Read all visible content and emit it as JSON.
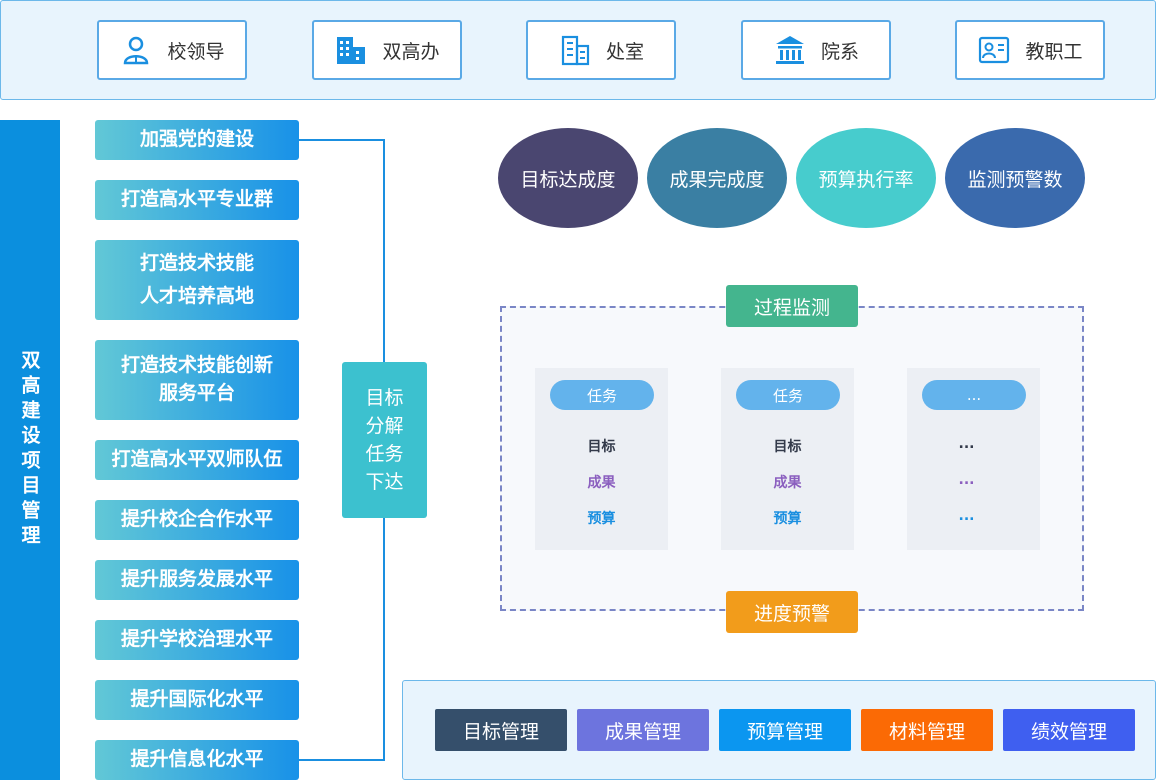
{
  "roles": [
    {
      "label": "校领导",
      "icon": "person-icon"
    },
    {
      "label": "双高办",
      "icon": "building-icon"
    },
    {
      "label": "处室",
      "icon": "office-icon"
    },
    {
      "label": "院系",
      "icon": "institution-icon"
    },
    {
      "label": "教职工",
      "icon": "staff-card-icon"
    }
  ],
  "left_band": "双高建设项目管理",
  "tasks": [
    "加强党的建设",
    "打造高水平专业群",
    "打造技术技能\n人才培养高地",
    "打造技术技能创新\n服务平台",
    "打造高水平双师队伍",
    "提升校企合作水平",
    "提升服务发展水平",
    "提升学校治理水平",
    "提升国际化水平",
    "提升信息化水平"
  ],
  "decompose": "目标分解任务下达",
  "metrics": [
    "目标达成度",
    "成果完成度",
    "预算执行率",
    "监测预警数"
  ],
  "monitor_label": "过程监测",
  "alert_label": "进度预警",
  "cards": [
    {
      "title": "任务",
      "lines": [
        "目标",
        "成果",
        "预算"
      ]
    },
    {
      "title": "任务",
      "lines": [
        "目标",
        "成果",
        "预算"
      ]
    },
    {
      "title": "...",
      "lines": [
        "...",
        "...",
        "..."
      ]
    }
  ],
  "management": [
    "目标管理",
    "成果管理",
    "预算管理",
    "材料管理",
    "绩效管理"
  ],
  "colors": {
    "primary": "#0b8fde",
    "metric_colors": [
      "#4a4670",
      "#3a7fa3",
      "#47cccd",
      "#3a6aad"
    ],
    "management_colors": [
      "#354f6b",
      "#6d74de",
      "#0b96f0",
      "#fb6a05",
      "#3f5ff0"
    ],
    "card_line_colors": [
      "#333a4a",
      "#8b5fbf",
      "#1a8fe0"
    ]
  }
}
